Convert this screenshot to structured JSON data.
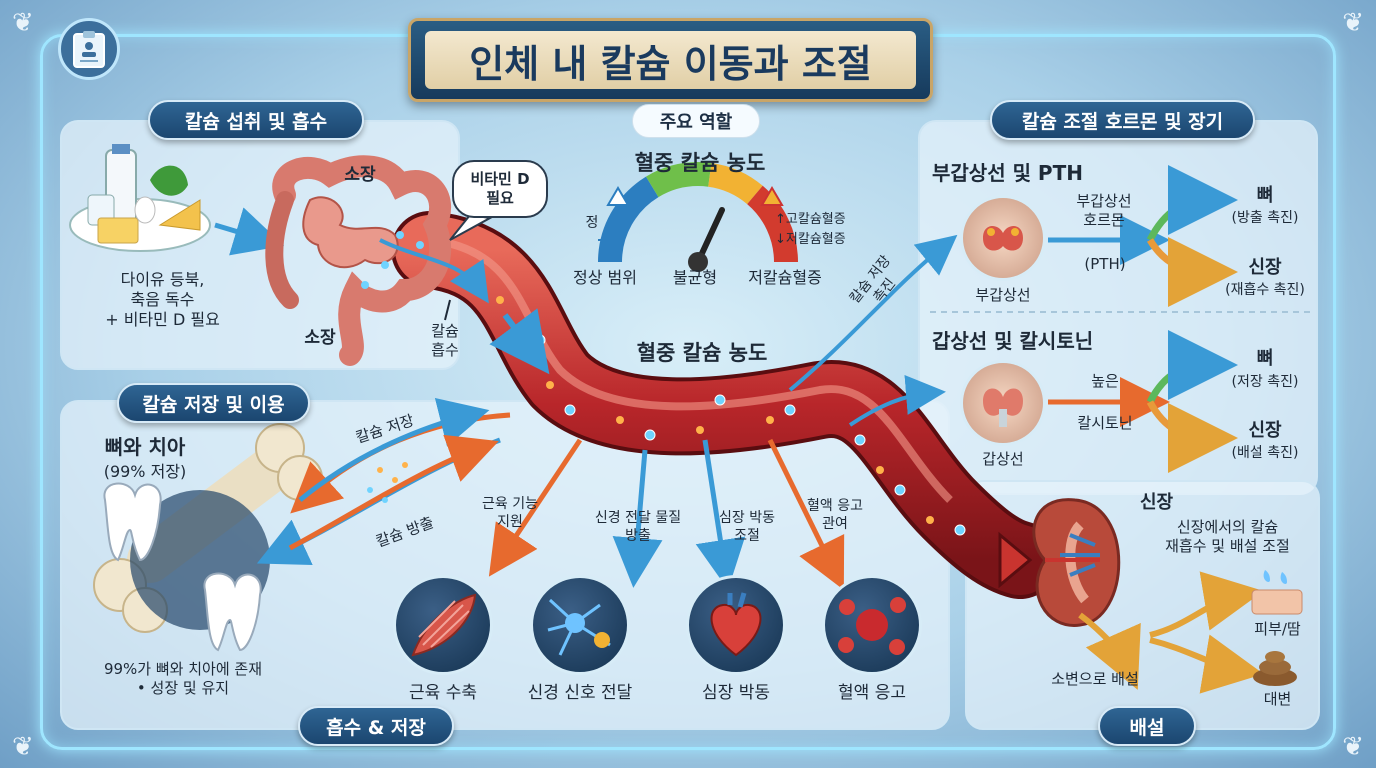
{
  "title": "인체 내 칼슘 이동과 조절",
  "sections": {
    "intake": {
      "label": "칼슘 섭취 및 흡수",
      "food_note": "다이유 등북,\n축음 독수\n+ 비타민 D 필요",
      "intestine_top": "소장",
      "intestine_bottom": "소장",
      "vitd_bubble": "비타민 D\n필요",
      "absorb": "칼슘\n흡수"
    },
    "roles": {
      "label": "주요 역할",
      "gauge_title": "혈중 칼슘 농도",
      "gauge_left_small": "정",
      "gauge_right_up": "↑고칼슘혈증",
      "gauge_right_down": "↓저칼슘혈증",
      "gauge_label_normal": "정상 범위",
      "gauge_label_imbalance": "불균형",
      "gauge_label_low": "저칼슘혈증"
    },
    "blood": {
      "label": "혈중 칼슘 농도",
      "to_parathyroid": "칼슘 저장\n촉진"
    },
    "storage": {
      "label": "칼슘 저장 및 이용",
      "bones_title": "뼈와 치아",
      "bones_sub": "(99% 저장)",
      "arrow_store": "칼슘 저장",
      "arrow_release": "칼슘 방출",
      "bottom_note": "99%가 뼈와 치아에 존재\n• 성장 및 유지"
    },
    "functions": [
      {
        "arrow": "근육 기능\n지원",
        "label": "근육 수축"
      },
      {
        "arrow": "신경 전달 물질\n방출",
        "label": "신경 신호 전달"
      },
      {
        "arrow": "심장 박동\n조절",
        "label": "심장 박동"
      },
      {
        "arrow": "혈액 응고\n관여",
        "label": "혈액 응고"
      }
    ],
    "regulation": {
      "label": "칼슘 조절 호르몬 및 장기",
      "pth_title": "부갑상선 및 PTH",
      "pth_organ": "부갑상선",
      "pth_hormone": "부갑상선\n호르몬",
      "pth_abbr": "(PTH)",
      "pth_bone": "뼈",
      "pth_bone_sub": "(방출 촉진)",
      "pth_kidney": "신장",
      "pth_kidney_sub": "(재흡수 촉진)",
      "calc_title": "갑상선 및 칼시토닌",
      "calc_organ": "갑상선",
      "calc_high": "높은",
      "calc_hormone": "칼시토닌",
      "calc_bone": "뼈",
      "calc_bone_sub": "(저장 촉진)",
      "calc_kidney": "신장",
      "calc_kidney_sub": "(배설 촉진)"
    },
    "excretion": {
      "label": "배설",
      "kidney_title": "신장",
      "kidney_desc": "신장에서의 칼슘\n재흡수 및 배설 조절",
      "urine": "소변으로 배설",
      "skin": "피부/땀",
      "feces": "대변"
    },
    "bottom_left": "흡수 & 저장"
  },
  "colors": {
    "navy": "#1b4670",
    "blood": "#c9342f",
    "arrow_blue": "#3a9ad6",
    "arrow_orange": "#e76a2e"
  }
}
